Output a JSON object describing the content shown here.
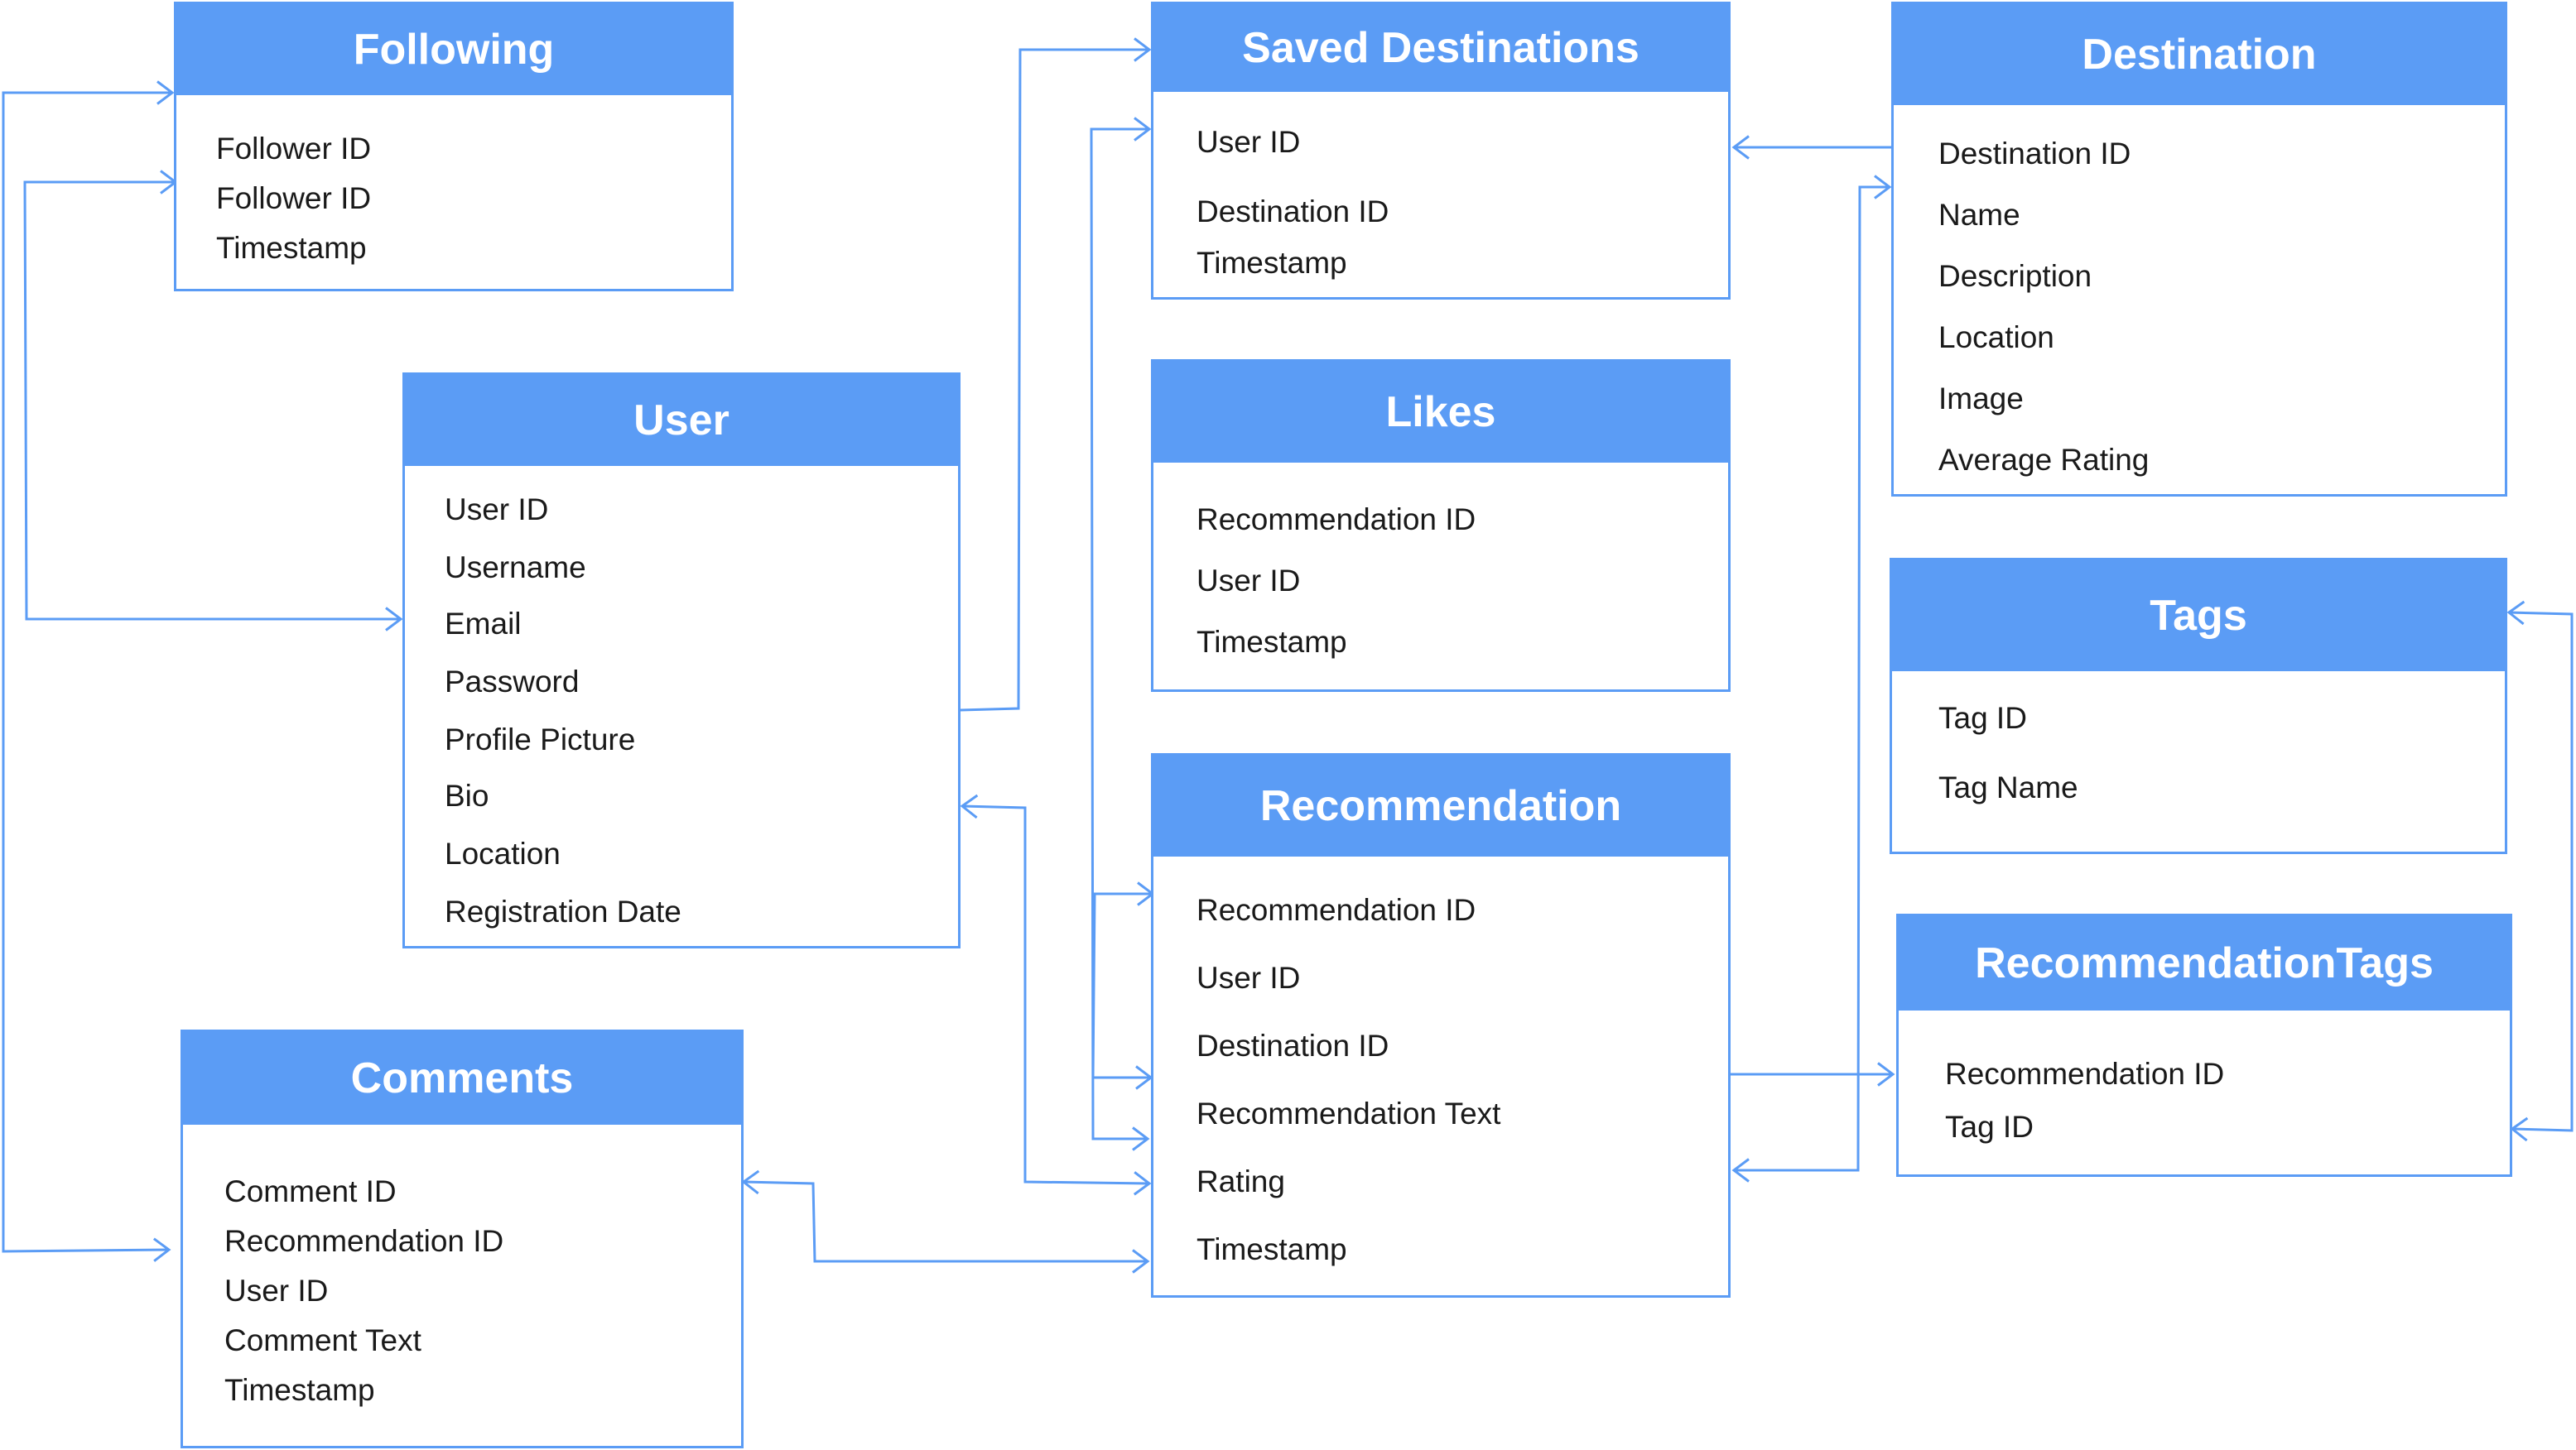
{
  "colors": {
    "accent": "#5b9cf5",
    "text": "#1a1a1a",
    "background": "#ffffff"
  },
  "entities": {
    "following": {
      "title": "Following",
      "fields": [
        "Follower ID",
        "Follower ID",
        "Timestamp"
      ]
    },
    "saved_destinations": {
      "title": "Saved Destinations",
      "fields": [
        "User ID",
        "Destination ID",
        "Timestamp"
      ]
    },
    "destination": {
      "title": "Destination",
      "fields": [
        "Destination ID",
        "Name",
        "Description",
        "Location",
        "Image",
        "Average Rating"
      ]
    },
    "user": {
      "title": "User",
      "fields": [
        "User ID",
        "Username",
        "Email",
        "Password",
        "Profile Picture",
        "Bio",
        "Location",
        "Registration Date"
      ]
    },
    "likes": {
      "title": "Likes",
      "fields": [
        "Recommendation ID",
        "User ID",
        "Timestamp"
      ]
    },
    "tags": {
      "title": "Tags",
      "fields": [
        "Tag ID",
        "Tag Name"
      ]
    },
    "recommendation": {
      "title": "Recommendation",
      "fields": [
        "Recommendation ID",
        "User ID",
        "Destination ID",
        "Recommendation Text",
        "Rating",
        "Timestamp"
      ]
    },
    "recommendation_tags": {
      "title": "RecommendationTags",
      "fields": [
        "Recommendation ID",
        "Tag ID"
      ]
    },
    "comments": {
      "title": "Comments",
      "fields": [
        "Comment ID",
        "Recommendation ID",
        "User ID",
        "Comment Text",
        "Timestamp"
      ]
    }
  }
}
